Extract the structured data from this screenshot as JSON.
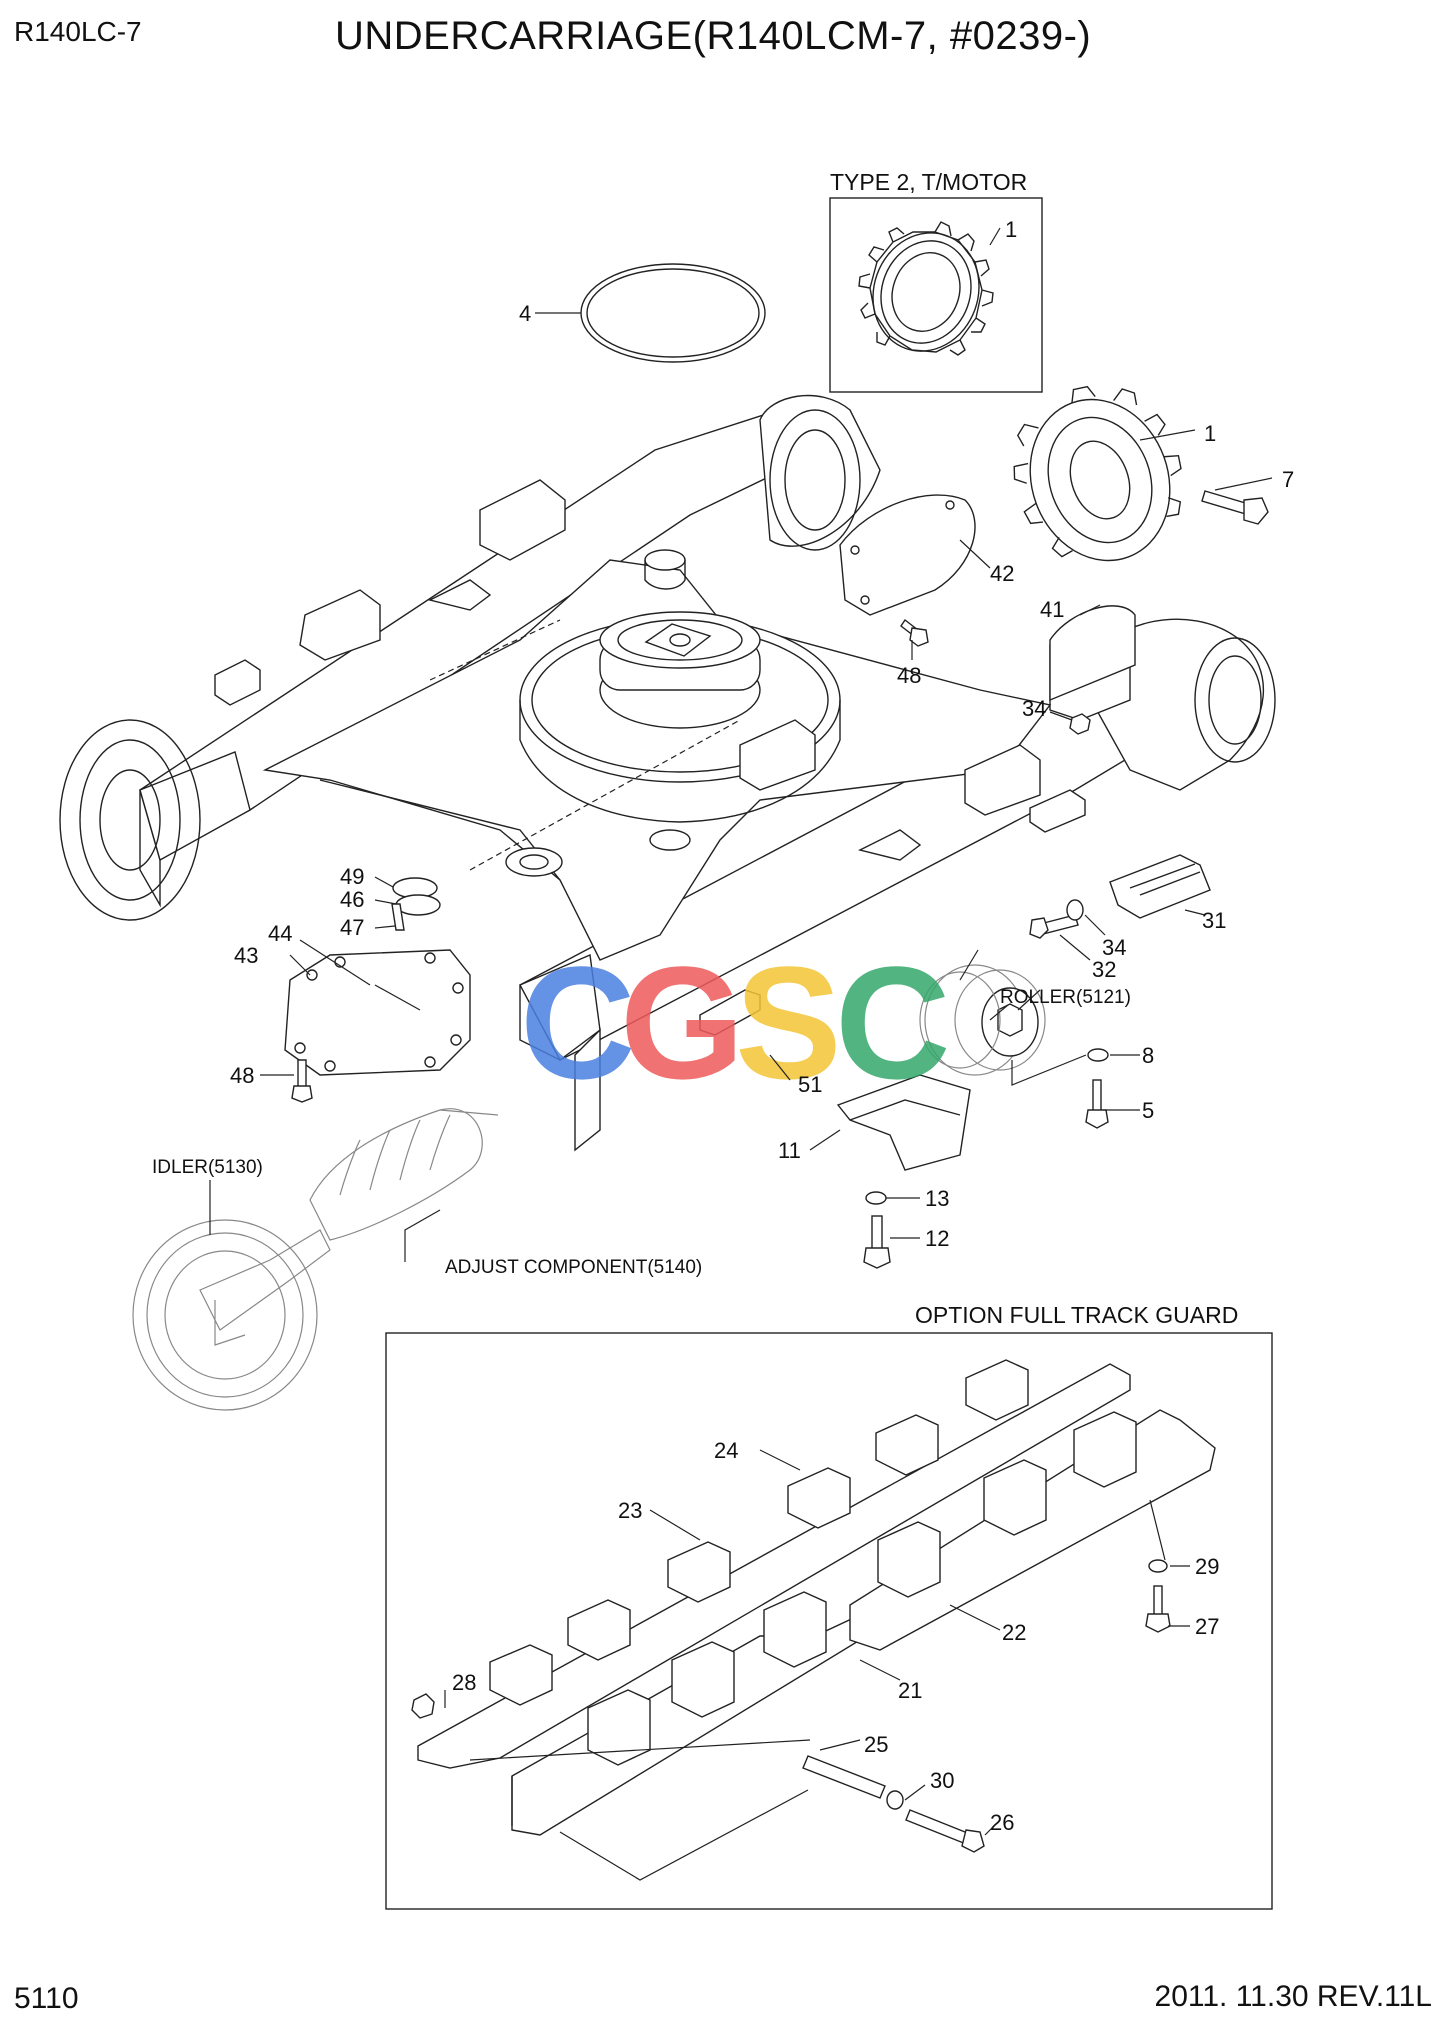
{
  "header": {
    "model": "R140LC-7",
    "title": "UNDERCARRIAGE(R140LCM-7, #0239-)"
  },
  "footer": {
    "page_number": "5110",
    "revision": "2011. 11.30  REV.11L"
  },
  "labels": {
    "type2": "TYPE 2, T/MOTOR",
    "roller": "ROLLER(5121)",
    "idler": "IDLER(5130)",
    "adjust": "ADJUST COMPONENT(5140)",
    "guard": "OPTION FULL TRACK GUARD"
  },
  "watermark": {
    "letters": [
      "C",
      "G",
      "S",
      "C"
    ],
    "colors": [
      "#4a7fe0",
      "#ee5a5a",
      "#f4c534",
      "#34a86a"
    ]
  },
  "callouts": {
    "c1a": "1",
    "c1b": "1",
    "c4": "4",
    "c7": "7",
    "c42": "42",
    "c41": "41",
    "c48a": "48",
    "c34a": "34",
    "c31": "31",
    "c34b": "34",
    "c32": "32",
    "c49": "49",
    "c46": "46",
    "c47": "47",
    "c44": "44",
    "c43": "43",
    "c48b": "48",
    "c8": "8",
    "c5": "5",
    "c51": "51",
    "c11": "11",
    "c13": "13",
    "c12": "12",
    "c24": "24",
    "c23": "23",
    "c29": "29",
    "c27": "27",
    "c22": "22",
    "c28": "28",
    "c21": "21",
    "c25": "25",
    "c30": "30",
    "c26": "26"
  }
}
